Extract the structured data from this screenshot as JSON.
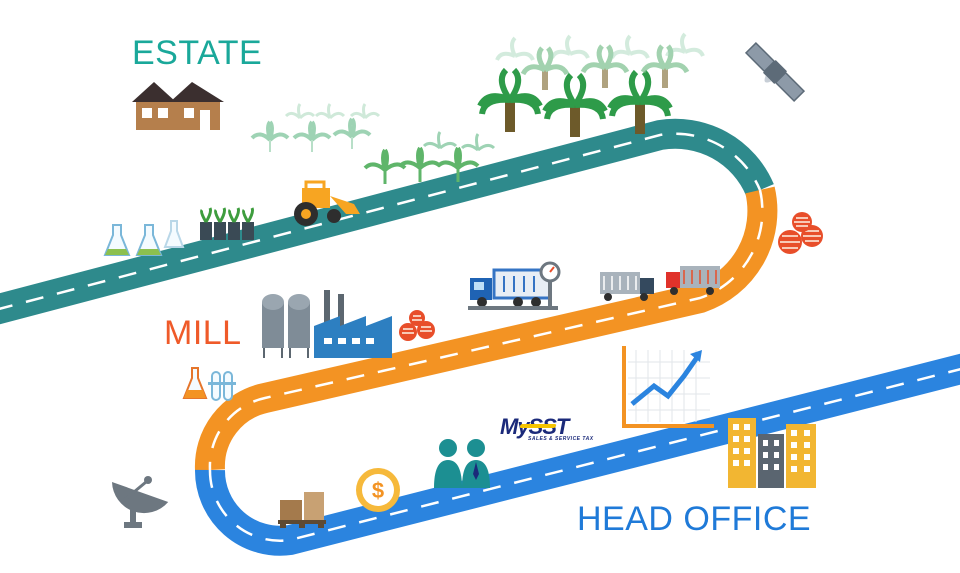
{
  "labels": {
    "estate": "ESTATE",
    "mill": "MILL",
    "head_office": "HEAD OFFICE"
  },
  "logo": {
    "brand": "MySST",
    "tagline": "SALES & SERVICE TAX"
  },
  "colors": {
    "estate_road": "#2e8a8c",
    "mill_road": "#f39323",
    "office_road": "#2b84df",
    "estate_text": "#1aa89a",
    "mill_text": "#ef5a29",
    "office_text": "#1f7ad8",
    "lane_mark": "#ffffff"
  },
  "icons": [
    "house-icon",
    "palm-seedling-icon",
    "palm-tree-icon",
    "satellite-icon",
    "flask-icon",
    "seedling-pot-icon",
    "tractor-icon",
    "palm-fruit-icon",
    "silo-icon",
    "factory-icon",
    "test-tube-icon",
    "tanker-truck-icon",
    "weighing-scale-icon",
    "lorry-icon",
    "growth-chart-icon",
    "people-icon",
    "dollar-coin-icon",
    "pallet-boxes-icon",
    "satellite-dish-icon",
    "office-building-icon"
  ]
}
